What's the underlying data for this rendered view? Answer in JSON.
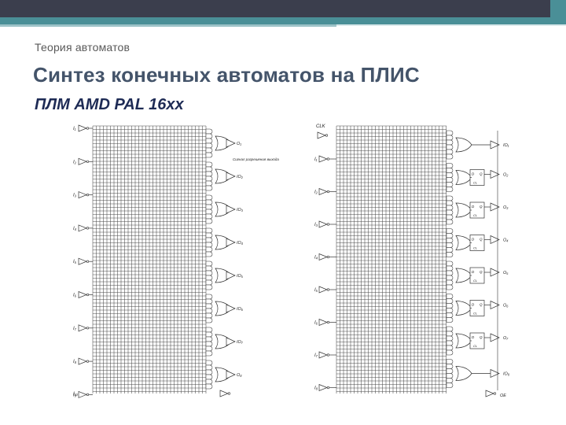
{
  "slide": {
    "overline": "Теория автоматов",
    "title": "Синтез конечных автоматов на ПЛИС",
    "subtitle": "ПЛМ AMD PAL 16xx"
  },
  "left_diagram": {
    "inputs": [
      "I₁",
      "I₂",
      "I₃",
      "I₄",
      "I₅",
      "I₆",
      "I₇",
      "I₈",
      "I₉"
    ],
    "outputs": [
      "O₁",
      "IO₂",
      "IO₃",
      "IO₄",
      "IO₅",
      "IO₆",
      "IO₇",
      "O₈"
    ],
    "last_input": "I₁₀",
    "enable_note": "Сигнал разрешения выхода"
  },
  "right_diagram": {
    "clock_label": "CLK",
    "inputs": [
      "I₁",
      "I₂",
      "I₃",
      "I₄",
      "I₅",
      "I₆",
      "I₇",
      "I₈"
    ],
    "outputs": [
      "IO₁",
      "O₂",
      "O₃",
      "O₄",
      "O₅",
      "O₆",
      "O₇",
      "IO₈"
    ],
    "ff_d": "D",
    "ff_q": "Q",
    "ff_clk": "CL",
    "oe_label": "OE"
  }
}
